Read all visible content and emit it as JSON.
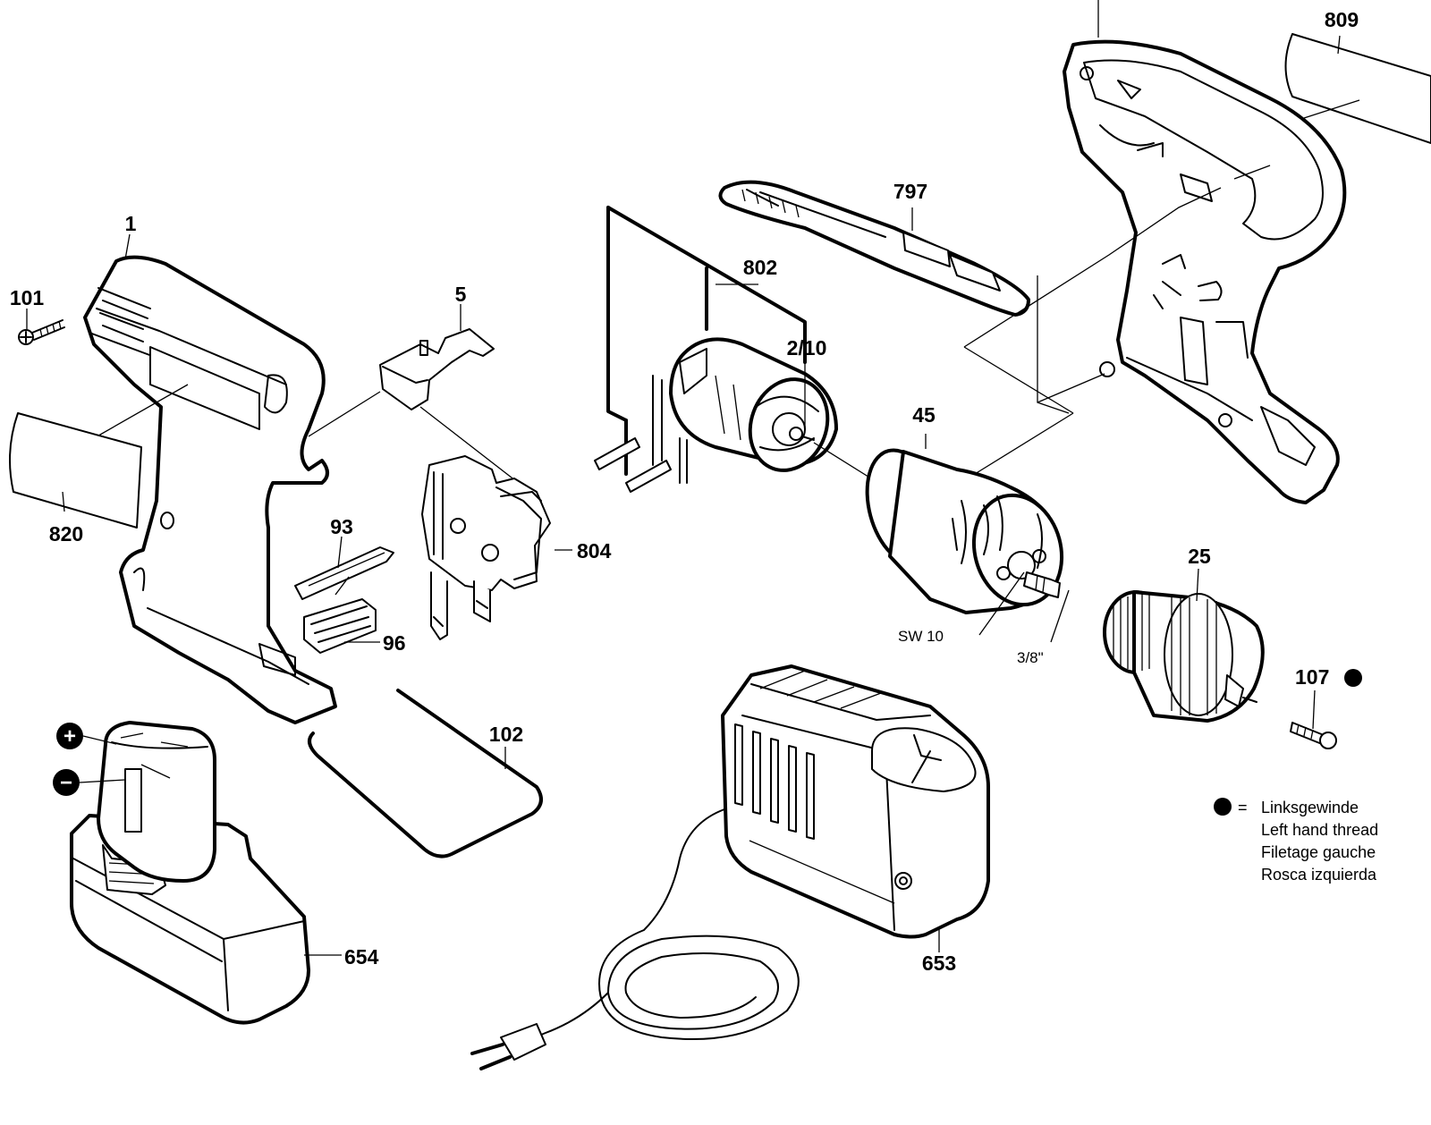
{
  "labels": {
    "p1": "1",
    "p101": "101",
    "p820": "820",
    "p5": "5",
    "p93": "93",
    "p96": "96",
    "p804": "804",
    "p802": "802",
    "p2_10": "2/10",
    "p797": "797",
    "p809": "809",
    "p45": "45",
    "sw10": "SW 10",
    "thread": "3/8\"",
    "p25": "25",
    "p107": "107",
    "p102": "102",
    "p654": "654",
    "p653": "653"
  },
  "legend": {
    "symbol": "=",
    "lines": [
      "Linksgewinde",
      "Left hand thread",
      "Filetage gauche",
      "Rosca izquierda"
    ]
  },
  "battery_signs": {
    "plus": "+",
    "minus": "−"
  }
}
